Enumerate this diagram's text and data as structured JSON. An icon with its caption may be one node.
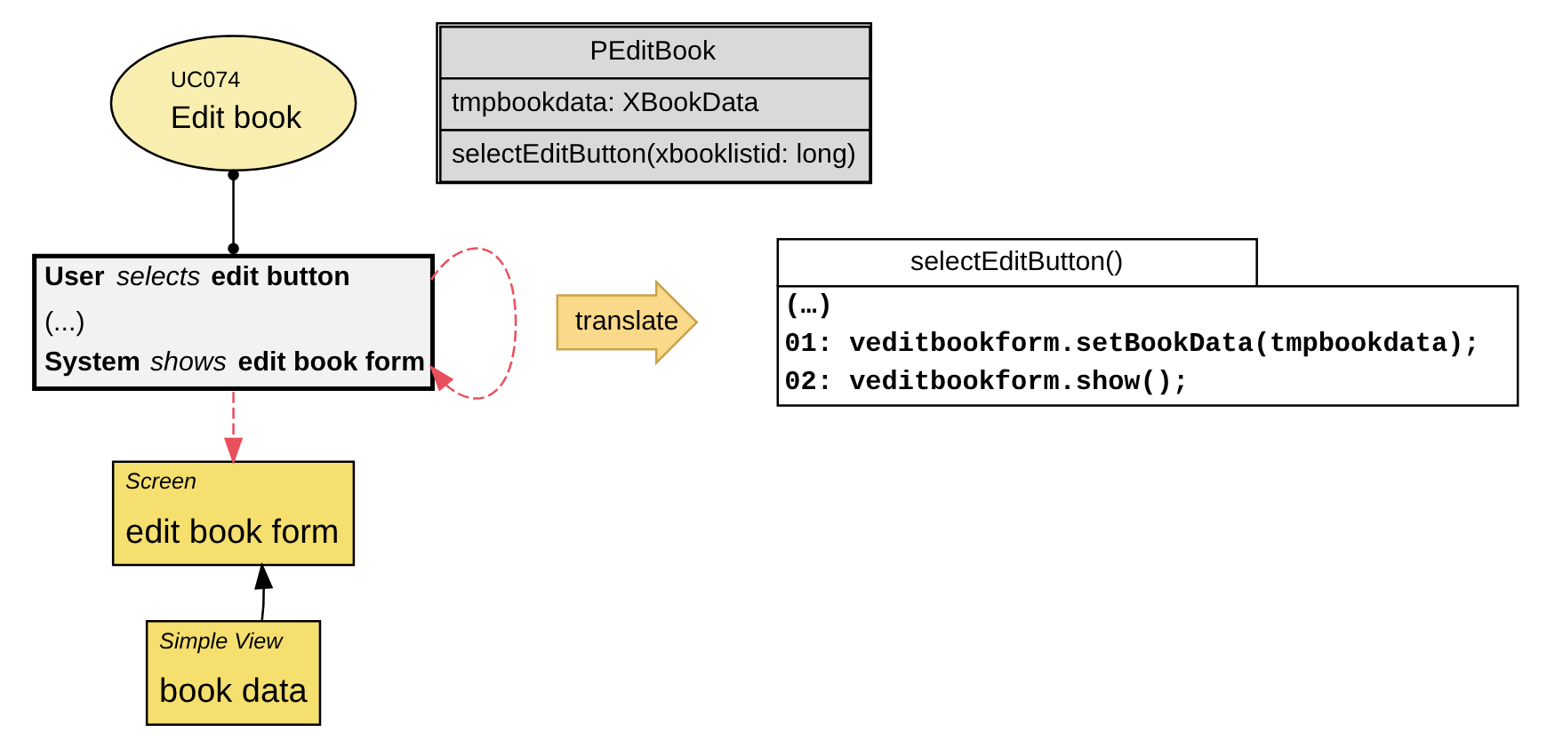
{
  "diagram": {
    "nodes": [
      {
        "text": [
          "UC074",
          "Edit book"
        ]
      },
      {
        "text": [
          "**User** *selects* **edit button**",
          "(...)",
          "**System** *shows* **edit book form**"
        ]
      },
      {
        "text": [
          "Screen",
          "edit book form"
        ]
      },
      {
        "text": [
          "Simple View",
          "book data"
        ]
      },
      {
        "text": [
          "translate"
        ]
      },
      {
        "text": [
          "PEditBook",
          "tmpbookdata: XBookData",
          "selectEditButton(xbooklistid: long)"
        ]
      },
      {
        "text": [
          "selectEditButton()",
          "(…)",
          "01: veditbookform.setBookData(tmpbookdata);",
          "02: veditbookform.show();"
        ]
      }
    ],
    "edges": [
      {
        "from": 0,
        "to": 1,
        "arrow": "other"
      },
      {
        "from": 1,
        "to": 1,
        "arrow": "to",
        "style": "dashed",
        "color": "#e8505b"
      },
      {
        "from": 1,
        "to": 2,
        "arrow": "to",
        "style": "dashed",
        "color": "#e8505b"
      },
      {
        "from": 3,
        "to": 2,
        "arrow": "to"
      }
    ]
  }
}
